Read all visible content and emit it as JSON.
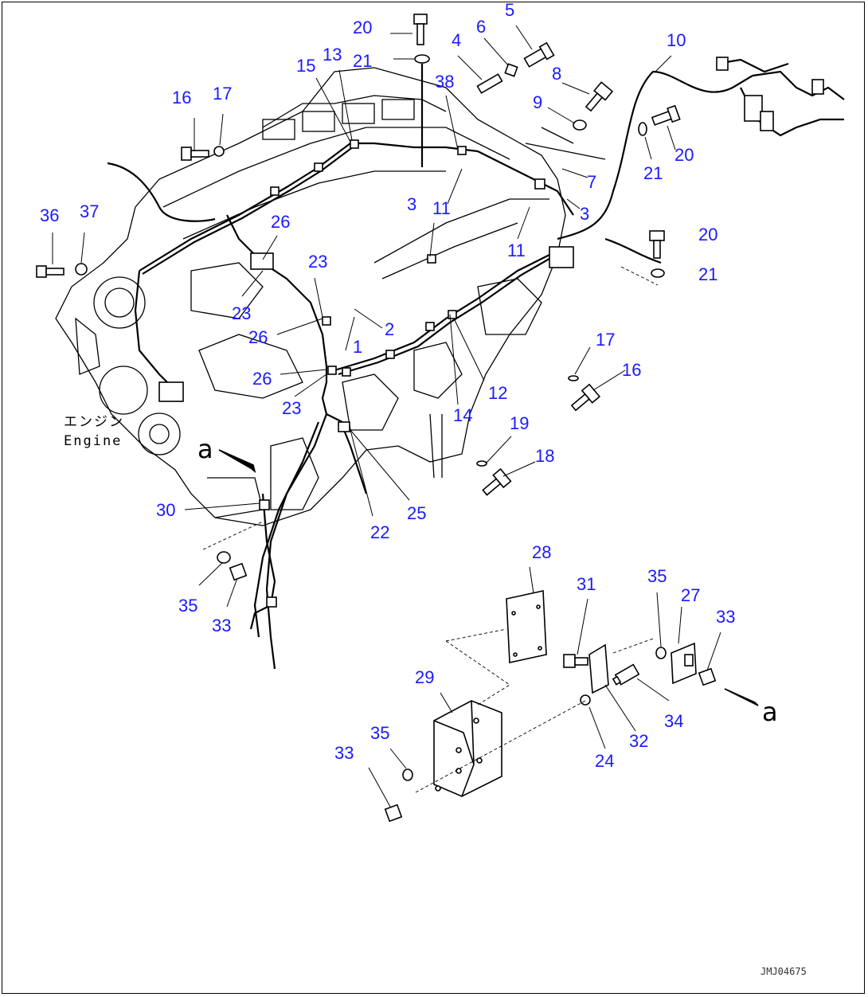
{
  "diagram": {
    "engine_label_jp": "エンジン",
    "engine_label_en": "Engine",
    "ref_mark": "a",
    "drawing_code": "JMJ04675",
    "callouts": [
      "1",
      "2",
      "3",
      "4",
      "5",
      "6",
      "7",
      "8",
      "9",
      "10",
      "11",
      "12",
      "13",
      "14",
      "15",
      "16",
      "17",
      "18",
      "19",
      "20",
      "21",
      "22",
      "23",
      "24",
      "25",
      "26",
      "27",
      "28",
      "29",
      "30",
      "31",
      "32",
      "33",
      "34",
      "35",
      "36",
      "37",
      "38"
    ]
  }
}
